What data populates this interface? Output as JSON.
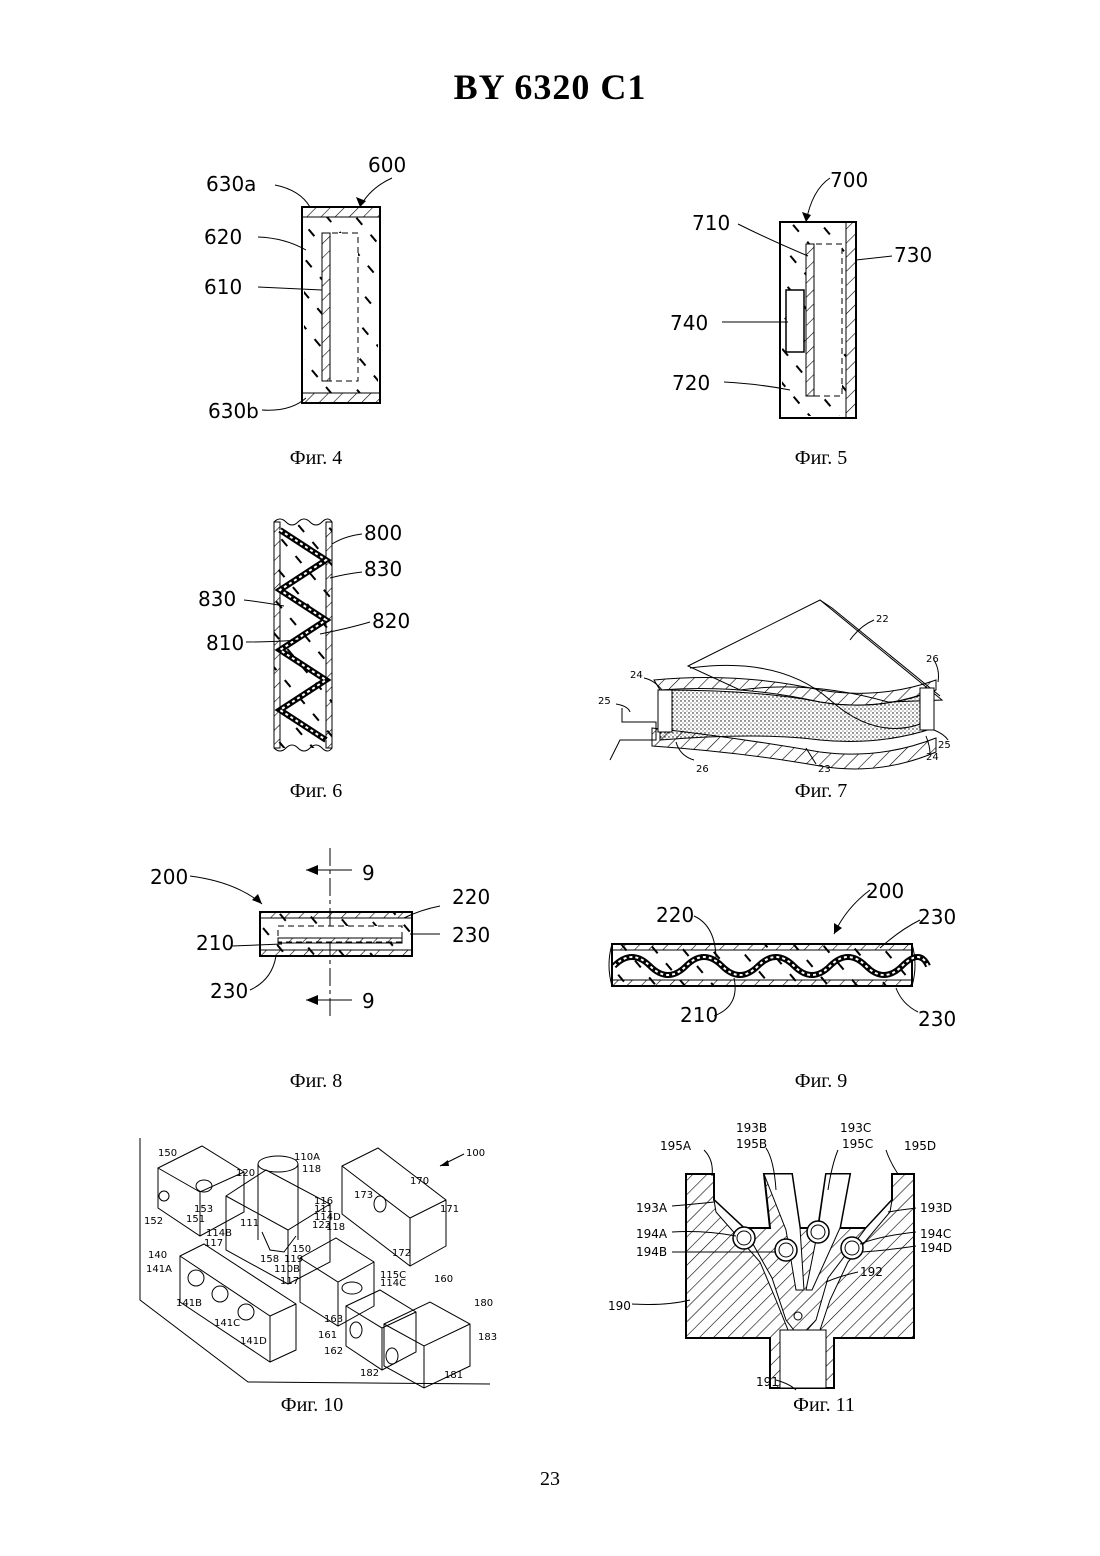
{
  "header": {
    "title": "BY  6320  C1"
  },
  "figures": {
    "fig4": {
      "caption": "Фиг. 4",
      "labels": [
        "600",
        "630a",
        "620",
        "610",
        "630b"
      ]
    },
    "fig5": {
      "caption": "Фиг. 5",
      "labels": [
        "700",
        "710",
        "730",
        "740",
        "720"
      ]
    },
    "fig6": {
      "caption": "Фиг. 6",
      "labels": [
        "800",
        "830",
        "830",
        "820",
        "810"
      ]
    },
    "fig7": {
      "caption": "Фиг. 7",
      "labels": [
        "22",
        "24",
        "25",
        "26",
        "23",
        "26",
        "25",
        "24"
      ]
    },
    "fig8": {
      "caption": "Фиг. 8",
      "labels": [
        "200",
        "9",
        "220",
        "210",
        "230",
        "230",
        "9"
      ]
    },
    "fig9": {
      "caption": "Фиг. 9",
      "labels": [
        "200",
        "220",
        "230",
        "210",
        "230"
      ]
    },
    "fig10": {
      "caption": "Фиг. 10",
      "labels": [
        "150",
        "110A",
        "100",
        "118",
        "120",
        "116",
        "111",
        "170",
        "153",
        "151",
        "152",
        "114B",
        "114D",
        "122",
        "117",
        "111",
        "158",
        "150",
        "110B",
        "119",
        "118",
        "173",
        "171",
        "140",
        "141A",
        "115C",
        "114C",
        "160",
        "117",
        "141B",
        "172",
        "141C",
        "141D",
        "163",
        "161",
        "162",
        "180",
        "183",
        "182",
        "181"
      ]
    },
    "fig11": {
      "caption": "Фиг. 11",
      "labels": [
        "193B",
        "193C",
        "195A",
        "195B",
        "195C",
        "195D",
        "193A",
        "193D",
        "194A",
        "194C",
        "194B",
        "194D",
        "190",
        "192",
        "191"
      ]
    }
  },
  "footer": {
    "page_number": "23"
  }
}
